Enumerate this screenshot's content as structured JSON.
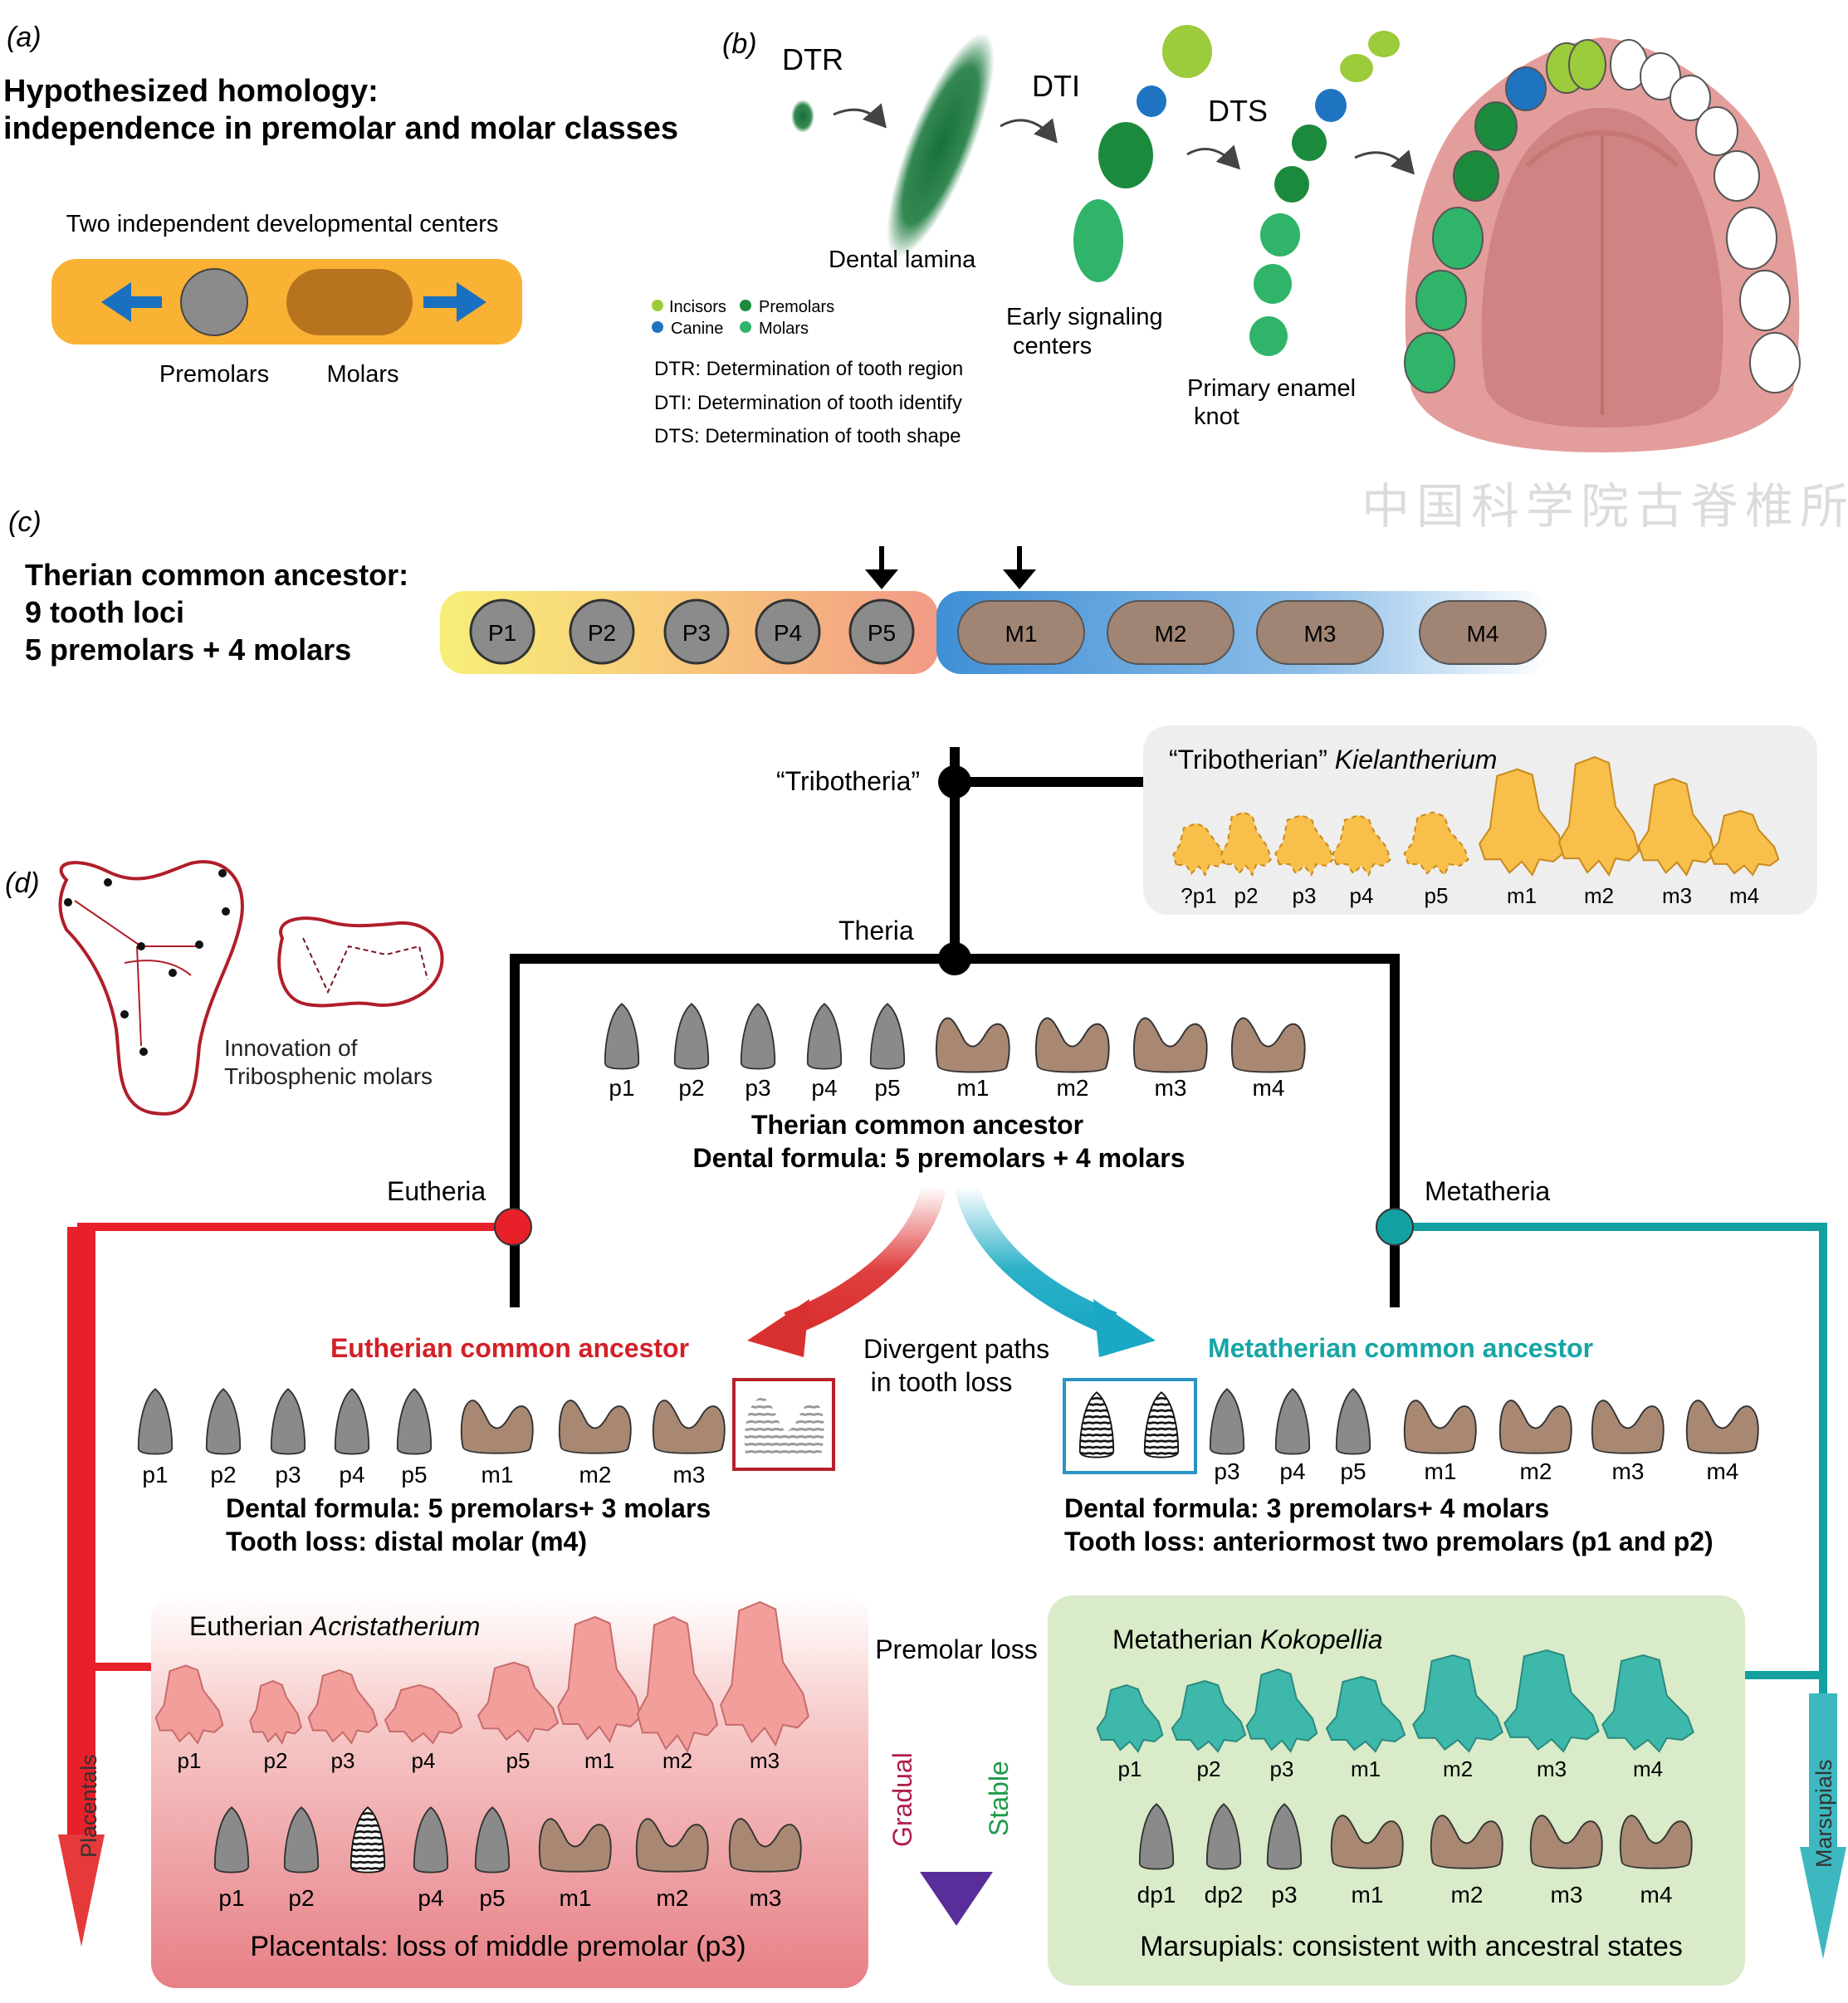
{
  "panel_a": {
    "label": "(a)",
    "title_line1": "Hypothesized homology:",
    "title_line2": "independence in premolar and molar classes",
    "subtitle": "Two independent developmental centers",
    "premolars": "Premolars",
    "molars": "Molars"
  },
  "panel_b": {
    "label": "(b)",
    "dtr": "DTR",
    "dti": "DTI",
    "dts": "DTS",
    "dental_lamina": "Dental lamina",
    "early_signaling_1": "Early signaling",
    "early_signaling_2": "centers",
    "enamel_knot_1": "Primary enamel",
    "enamel_knot_2": "knot",
    "legend": {
      "incisors": "Incisors",
      "canine": "Canine",
      "premolars": "Premolars",
      "molars": "Molars"
    },
    "def_dtr": "DTR: Determination of tooth region",
    "def_dti": "DTI: Determination of tooth identify",
    "def_dts": "DTS: Determination of tooth shape",
    "colors": {
      "incisor": "#9ccb3b",
      "canine": "#1f74c2",
      "premolar": "#1c8a3c",
      "molar": "#2fb46a"
    }
  },
  "watermark": "中国科学院古脊椎所",
  "panel_c": {
    "label": "(c)",
    "title_line1": "Therian common ancestor:",
    "title_line2": "9 tooth loci",
    "title_line3": "5 premolars + 4 molars",
    "premolars": [
      "P1",
      "P2",
      "P3",
      "P4",
      "P5"
    ],
    "molars": [
      "M1",
      "M2",
      "M3",
      "M4"
    ]
  },
  "panel_d": {
    "label": "(d)",
    "tribotheria": "“Tribotheria”",
    "theria": "Theria",
    "eutheria": "Eutheria",
    "metatheria": "Metatheria",
    "innovation_1": "Innovation of",
    "innovation_2": "Tribosphenic molars",
    "kiel_title_plain": "“Tribotherian” ",
    "kiel_title_italic": "Kielantherium",
    "kiel_labels": [
      "?p1",
      "p2",
      "p3",
      "p4",
      "p5",
      "m1",
      "m2",
      "m3",
      "m4"
    ],
    "ancestor_labels": [
      "p1",
      "p2",
      "p3",
      "p4",
      "p5",
      "m1",
      "m2",
      "m3",
      "m4"
    ],
    "ancestor_title": "Therian common ancestor",
    "ancestor_formula": "Dental formula: 5 premolars + 4 molars",
    "divergent_1": "Divergent paths",
    "divergent_2": "in tooth loss",
    "eutherian_title": "Eutherian common ancestor",
    "eutherian_labels": [
      "p1",
      "p2",
      "p3",
      "p4",
      "p5",
      "m1",
      "m2",
      "m3"
    ],
    "eutherian_formula": "Dental formula: 5 premolars+ 3 molars",
    "eutherian_loss": "Tooth loss: distal molar (m4)",
    "metatherian_title": "Metatherian common ancestor",
    "metatherian_labels": [
      "p3",
      "p4",
      "p5",
      "m1",
      "m2",
      "m3",
      "m4"
    ],
    "metatherian_formula": "Dental formula: 3 premolars+ 4 molars",
    "metatherian_loss": "Tooth loss: anteriormost two premolars (p1 and p2)",
    "acri_title_plain": "Eutherian ",
    "acri_title_italic": "Acristatherium",
    "acri_labels": [
      "p1",
      "p2",
      "p3",
      "p4",
      "p5",
      "m1",
      "m2",
      "m3"
    ],
    "placental_labels": [
      "p1",
      "p2",
      "p4",
      "p5",
      "m1",
      "m2",
      "m3"
    ],
    "placental_caption": "Placentals: loss of middle premolar (p3)",
    "placentals": "Placentals",
    "premolar_loss": "Premolar loss",
    "gradual": "Gradual",
    "stable": "Stable",
    "koko_title_plain": "Metatherian ",
    "koko_title_italic": "Kokopellia",
    "koko_labels": [
      "p1",
      "p2",
      "p3",
      "m1",
      "m2",
      "m3",
      "m4"
    ],
    "marsupial_labels": [
      "dp1",
      "dp2",
      "p3",
      "m1",
      "m2",
      "m3",
      "m4"
    ],
    "marsupial_caption": "Marsupials: consistent with ancestral states",
    "marsupials": "Marsupials",
    "colors": {
      "eutheria": "#e8202a",
      "metatheria": "#12a0a0",
      "premolar_gray": "#8a8a8a",
      "molar_brown": "#a88872",
      "kiel_tooth": "#f8bf4a",
      "acri_tooth": "#f29e9a",
      "koko_tooth": "#3eb8aa"
    }
  }
}
